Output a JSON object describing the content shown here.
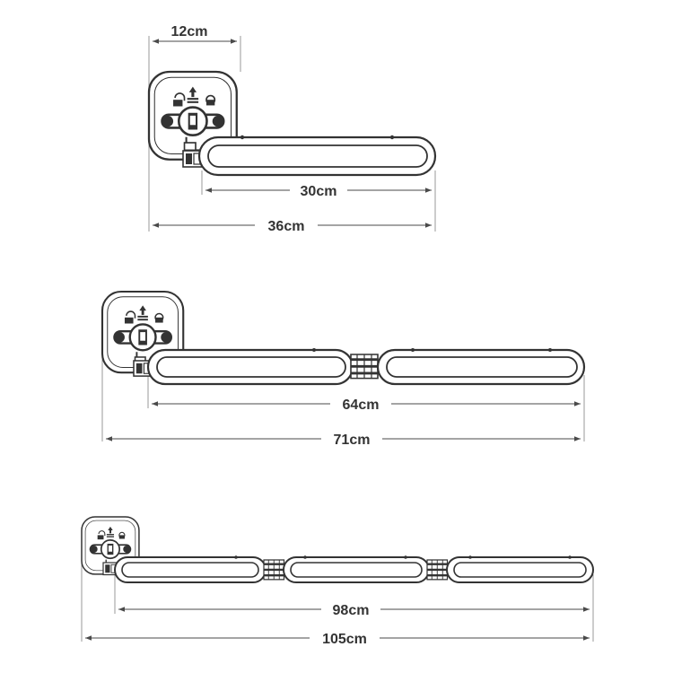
{
  "colors": {
    "line": "#333333",
    "dim": "#4a4a4a",
    "ext": "#9a9a9a"
  },
  "icon_names": [
    "unlock-icon",
    "arrow-up-icon",
    "lock-icon",
    "mount-bracket-icon",
    "hinge-icon"
  ],
  "configs": [
    {
      "labels": {
        "width": "12cm",
        "arm": "30cm",
        "total": "36cm"
      }
    },
    {
      "labels": {
        "arm": "64cm",
        "total": "71cm"
      }
    },
    {
      "labels": {
        "arm": "98cm",
        "total": "105cm"
      }
    }
  ]
}
